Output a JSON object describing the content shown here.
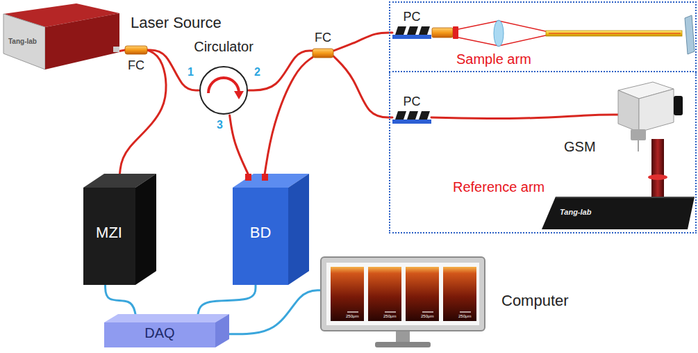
{
  "diagram": {
    "nodes": [
      {
        "text": [
          "Laser Source"
        ]
      },
      {
        "text": [
          "FC"
        ]
      },
      {
        "text": [
          "Circulator"
        ]
      },
      {
        "text": [
          "FC"
        ]
      },
      {
        "text": [
          "Sample arm"
        ]
      },
      {
        "text": [
          "PC"
        ],
        "in": 4
      },
      {
        "text": [
          "Reference arm"
        ]
      },
      {
        "text": [
          "PC"
        ],
        "in": 6
      },
      {
        "text": [
          "GSM"
        ],
        "in": 6
      },
      {
        "text": [
          "MZI"
        ]
      },
      {
        "text": [
          "BD"
        ]
      },
      {
        "text": [
          "DAQ"
        ]
      },
      {
        "text": [
          "Computer"
        ]
      }
    ],
    "edges": [
      {
        "from": 0,
        "to": 1,
        "arrow": "none"
      },
      {
        "from": 1,
        "to": 2,
        "arrow": "none"
      },
      {
        "from": 1,
        "to": 9,
        "arrow": "none"
      },
      {
        "from": 2,
        "to": 3,
        "arrow": "none"
      },
      {
        "from": 2,
        "to": 10,
        "arrow": "none"
      },
      {
        "from": 3,
        "to": 10,
        "arrow": "none"
      },
      {
        "from": 3,
        "to": 5,
        "arrow": "none"
      },
      {
        "from": 3,
        "to": 7,
        "arrow": "none"
      },
      {
        "from": 7,
        "to": 8,
        "arrow": "none"
      },
      {
        "from": 9,
        "to": 11,
        "arrow": "none"
      },
      {
        "from": 10,
        "to": 11,
        "arrow": "none"
      },
      {
        "from": 11,
        "to": 12,
        "arrow": "none"
      }
    ],
    "labels": [
      "Tang-lab",
      "1",
      "2",
      "3",
      "Tang-lab",
      "250μm",
      "250μm",
      "250μm",
      "250μm"
    ]
  }
}
